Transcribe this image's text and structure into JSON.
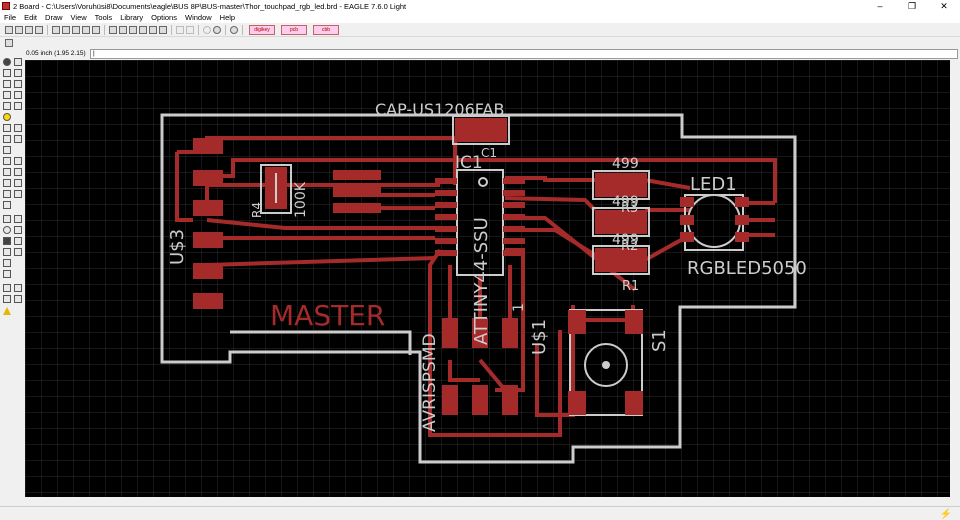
{
  "window": {
    "title": "2 Board - C:\\Users\\Voruhüsi8\\Documents\\eagle\\BUS 8P\\BUS-master\\Thor_touchpad_rgb_led.brd - EAGLE 7.6.0 Light",
    "controls": [
      "–",
      "❐",
      "✕"
    ]
  },
  "menu": [
    "File",
    "Edit",
    "Draw",
    "View",
    "Tools",
    "Library",
    "Options",
    "Window",
    "Help"
  ],
  "toolbar": {
    "buttons": [
      "digikey",
      "pcb",
      "cbb"
    ]
  },
  "command": {
    "coordinate": "0.05 inch (1.95 2.15)",
    "value": "|"
  },
  "board": {
    "silkscreen": {
      "master": "MASTER",
      "cap": "CAP-US1206FAB",
      "c1": "C1",
      "ic1": "IC1",
      "attiny": "ATTINY44-SSU",
      "r4": "R4",
      "r4_value": "100K",
      "us3": "U$3",
      "r_value_1": "499",
      "r_value_2": "499",
      "r_value_3": "499",
      "r3": "R3",
      "r2": "R2",
      "r1": "R1",
      "led1": "LED1",
      "rgbled": "RGBLED5050",
      "s1": "S1",
      "us1": "U$1",
      "pin1": "1",
      "avrisp": "AVRISPSMD"
    },
    "colors": {
      "background": "#000000",
      "copper": "#a52a2a",
      "outline": "#cccccc",
      "grid": "#2c2c2c",
      "silk": "#cccccc",
      "master_text": "#a52a2a"
    }
  }
}
